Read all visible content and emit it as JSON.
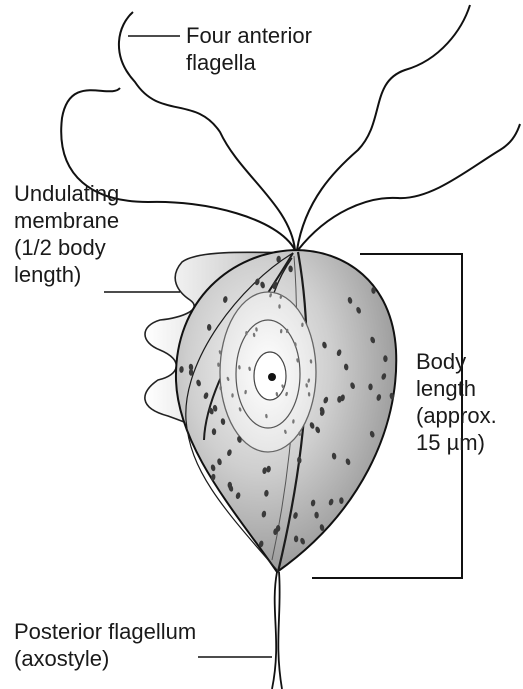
{
  "labels": {
    "flagella": [
      "Four anterior",
      "flagella"
    ],
    "membrane": [
      "Undulating",
      "membrane",
      "(1/2 body",
      "length)"
    ],
    "body_length": [
      "Body",
      "length",
      "(approx.",
      "15 µm)"
    ],
    "posterior": [
      "Posterior flagellum",
      "(axostyle)"
    ]
  }
}
